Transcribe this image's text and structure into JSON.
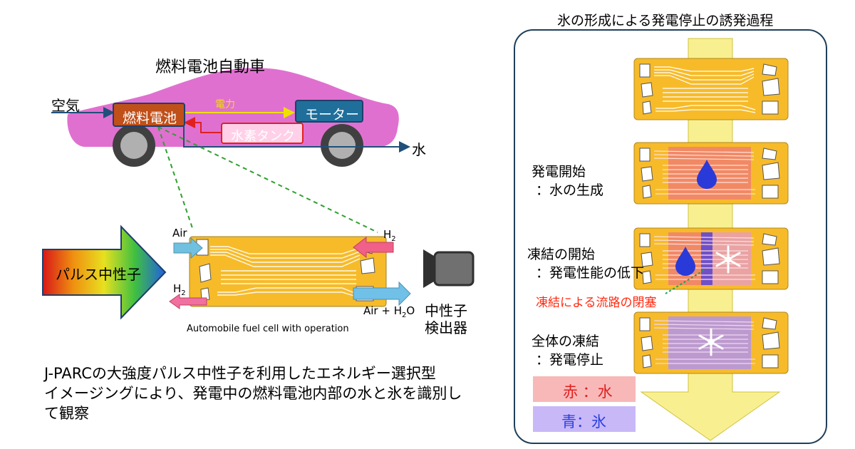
{
  "left": {
    "car_title": "燃料電池自動車",
    "air_label": "空気",
    "power_label": "電力",
    "fuel_cell_label": "燃料電池",
    "motor_label": "モーター",
    "hydrogen_tank_label": "水素タンク",
    "water_label": "水",
    "neutron_label": "パルス中性子",
    "detector_label_line1": "中性子",
    "detector_label_line2": "検出器",
    "cell_air_in": "Air",
    "cell_h2_in": "H",
    "cell_h2_out": "H",
    "cell_out_air": "Air + H",
    "cell_out_o": "O",
    "subscript_2": "2",
    "cell_caption": "Automobile fuel cell with operation",
    "description_line1": "J-PARCの大強度パルス中性子を利用したエネルギー選択型",
    "description_line2": "イメージングにより、発電中の燃料電池内部の水と氷を識別し",
    "description_line3": "て観察"
  },
  "right": {
    "panel_title": "氷の形成による発電停止の誘発過程",
    "stage2_line1": "発電開始",
    "stage2_line2": "：水の生成",
    "stage3_line1": "凍結の開始",
    "stage3_line2": "：発電性能の低下",
    "blockage_label": "凍結による流路の閉塞",
    "stage4_line1": "全体の凍結",
    "stage4_line2": "：発電停止",
    "legend_red": "赤 ：水",
    "legend_blue": "青：氷"
  },
  "colors": {
    "car_body": "#e070d0",
    "fuel_cell_box": "#c0501a",
    "motor_box": "#1f6f9a",
    "tank_box": "#ffd0e8",
    "cell_plate": "#f7bb2a",
    "arrow_column": "#f8f090",
    "water_red": "#f08070",
    "ice_blue": "#8060d0",
    "blockage_text": "#ff2a10",
    "legend_red_bg": "#f8b8b8",
    "legend_blue_bg": "#c8b8f8"
  }
}
